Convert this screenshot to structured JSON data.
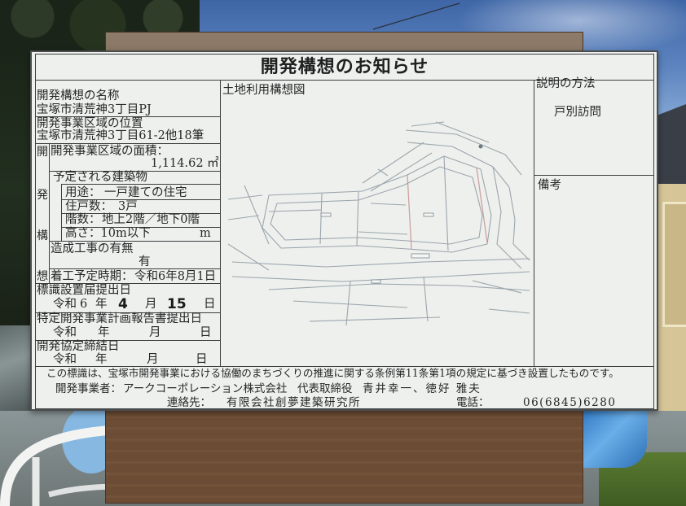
{
  "sign": {
    "title": "開発構想のお知らせ",
    "project_name": {
      "label": "開発構想の名称",
      "value": "宝塚市清荒神3丁目PJ"
    },
    "location": {
      "label": "開発事業区域の位置",
      "value": "宝塚市清荒神3丁目61-2他18筆"
    },
    "vertical_label": [
      "開",
      "発",
      "構",
      "想"
    ],
    "area": {
      "label": "開発事業区域の面積：",
      "value": "1,114.62 ㎡"
    },
    "planned_building": {
      "label": "予定される建築物",
      "use": {
        "label": "用途：",
        "value": "一戸建ての住宅"
      },
      "units": {
        "label": "住戸数：",
        "value": "3戸"
      },
      "floors": {
        "label": "階数：",
        "value": "地上2階／地下0階"
      },
      "height": {
        "label": "高さ：10m以下",
        "unit": "m"
      }
    },
    "grading": {
      "label": "造成工事の有無",
      "value": "有"
    },
    "start": {
      "label": "着工予定時期：",
      "value": "令和6年8月1日"
    },
    "sign_filed": {
      "label": "標識設置届提出日",
      "era": "令和",
      "year": "6",
      "year_unit": "年",
      "month": "4",
      "month_unit": "月",
      "day": "15",
      "day_unit": "日"
    },
    "report_filed": {
      "label": "特定開発事業計画報告書提出日",
      "era": "令和",
      "year_unit": "年",
      "month_unit": "月",
      "day_unit": "日"
    },
    "agreement": {
      "label": "開発協定締結日",
      "era": "令和",
      "year_unit": "年",
      "month_unit": "月",
      "day_unit": "日"
    },
    "map_title": "土地利用構想図",
    "explanation": {
      "label": "説明の方法",
      "value": "戸別訪問"
    },
    "remarks_label": "備考",
    "footer": {
      "notice": "この標識は、宝塚市開発事業における協働のまちづくりの推進に関する条例第11条第1項の規定に基づき設置したものです。",
      "developer_label": "開発事業者：",
      "developer": "アークコーポレーション株式会社",
      "representative_title": "代表取締役",
      "representative": "青井幸一、徳好 雅夫",
      "contact_label": "連絡先：",
      "contact": "有限会社創夢建築研究所",
      "phone_label": "電話：",
      "phone": "06(6845)6280"
    }
  },
  "colors": {
    "sign_bg": "#edf0ed",
    "ink": "#262828",
    "board": "#6c4c34",
    "sky": "#5d84bf"
  }
}
